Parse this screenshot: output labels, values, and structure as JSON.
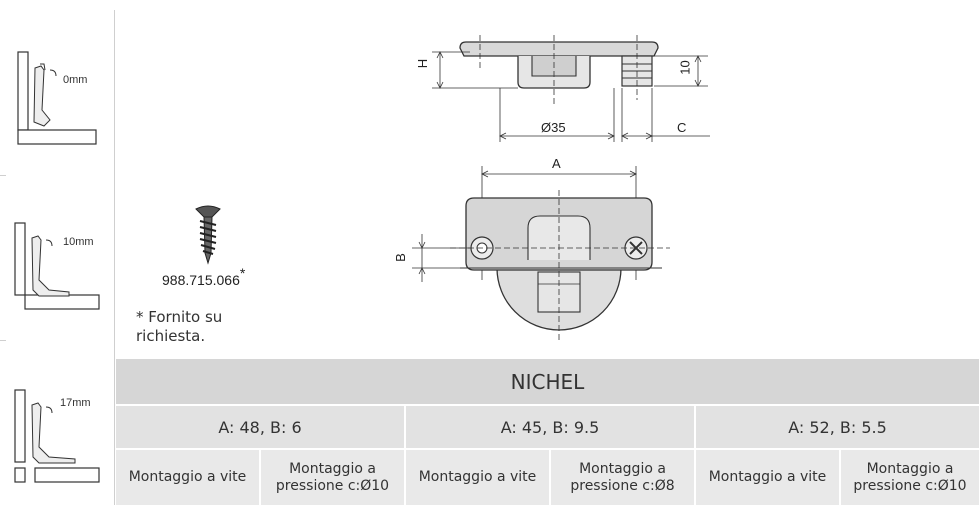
{
  "side_diagrams": [
    {
      "label": "0mm"
    },
    {
      "label": "10mm"
    },
    {
      "label": "17mm"
    }
  ],
  "drawing": {
    "dim_h": "H",
    "dim_10": "10",
    "dim_035": "Ø35",
    "dim_c": "C",
    "dim_a": "A",
    "dim_b": "B"
  },
  "screw": {
    "code": "988.715.066",
    "asterisk": "*",
    "note_line1": "* Fornito su",
    "note_line2": "richiesta."
  },
  "table": {
    "title": "NICHEL",
    "groups": [
      {
        "label": "A: 48, B: 6",
        "cols": [
          "Montaggio a vite",
          "Montaggio a pressione c:Ø10"
        ]
      },
      {
        "label": "A: 45, B: 9.5",
        "cols": [
          "Montaggio a vite",
          "Montaggio a pressione c:Ø8"
        ]
      },
      {
        "label": "A: 52, B: 5.5",
        "cols": [
          "Montaggio a vite",
          "Montaggio a pressione c:Ø10"
        ]
      }
    ]
  }
}
